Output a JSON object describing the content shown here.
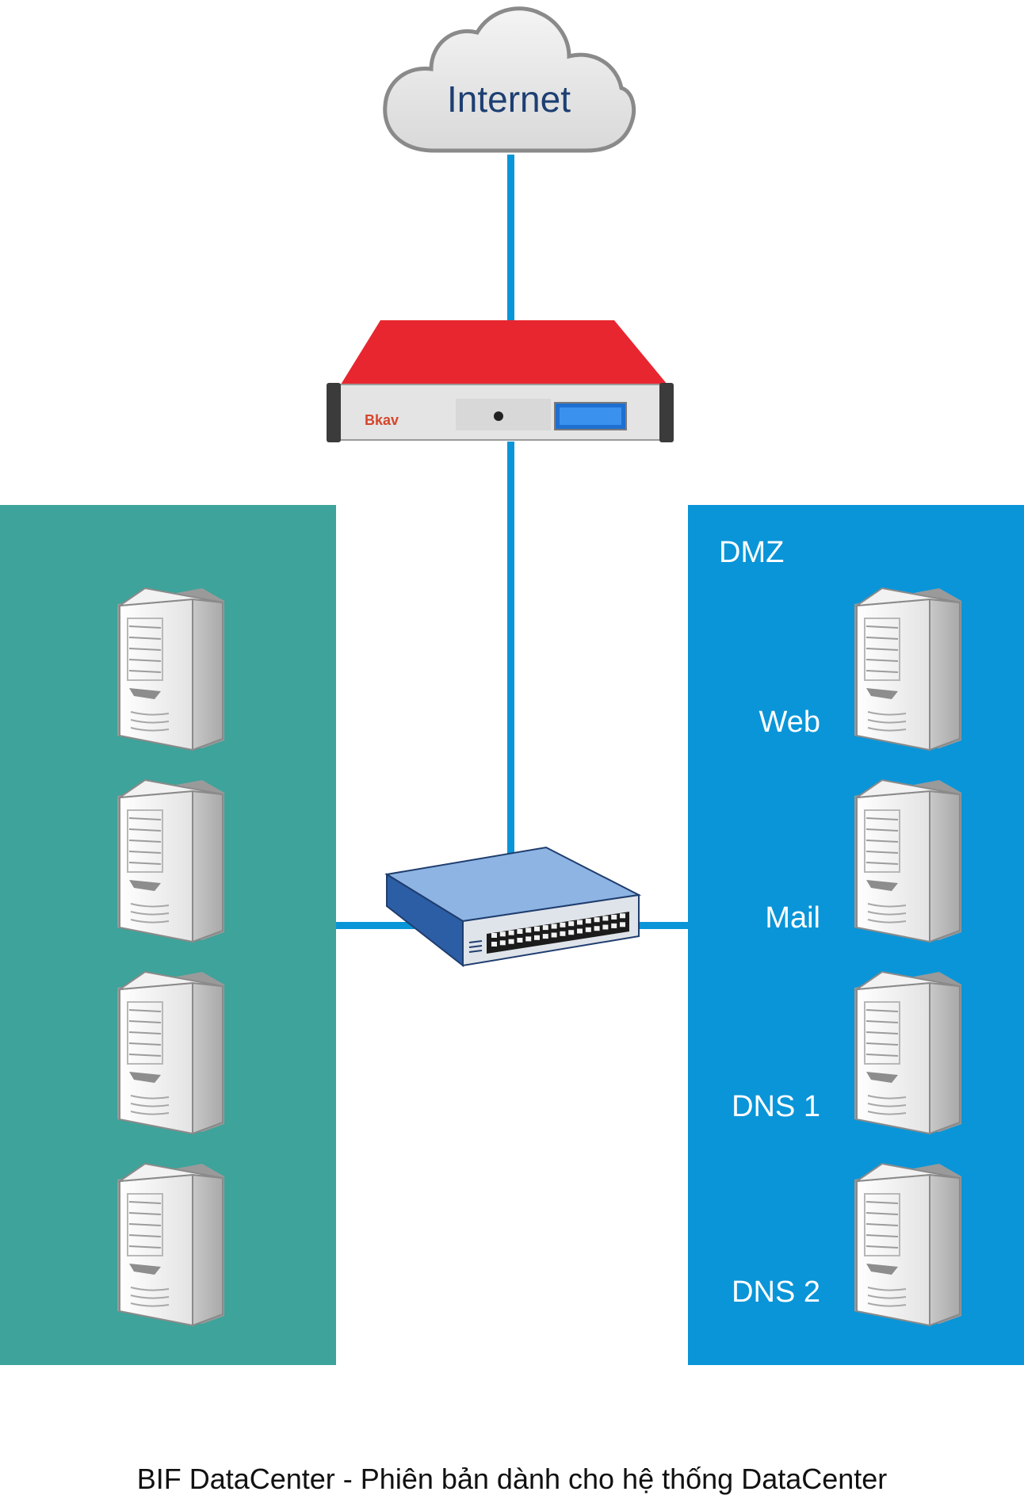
{
  "internet": {
    "label": "Internet"
  },
  "firewall": {
    "brand": "Bkav"
  },
  "dmz": {
    "title": "DMZ"
  },
  "dmz_servers": [
    {
      "label": "Web"
    },
    {
      "label": "Mail"
    },
    {
      "label": "DNS 1"
    },
    {
      "label": "DNS 2"
    }
  ],
  "caption": "BIF DataCenter - Phiên bản dành cho hệ thống DataCenter",
  "colors": {
    "internal_zone": "#3ea39a",
    "dmz_zone": "#0a95d8",
    "link": "#0a95d8",
    "firewall": "#e8262f",
    "switch": "#2c5ea5"
  }
}
